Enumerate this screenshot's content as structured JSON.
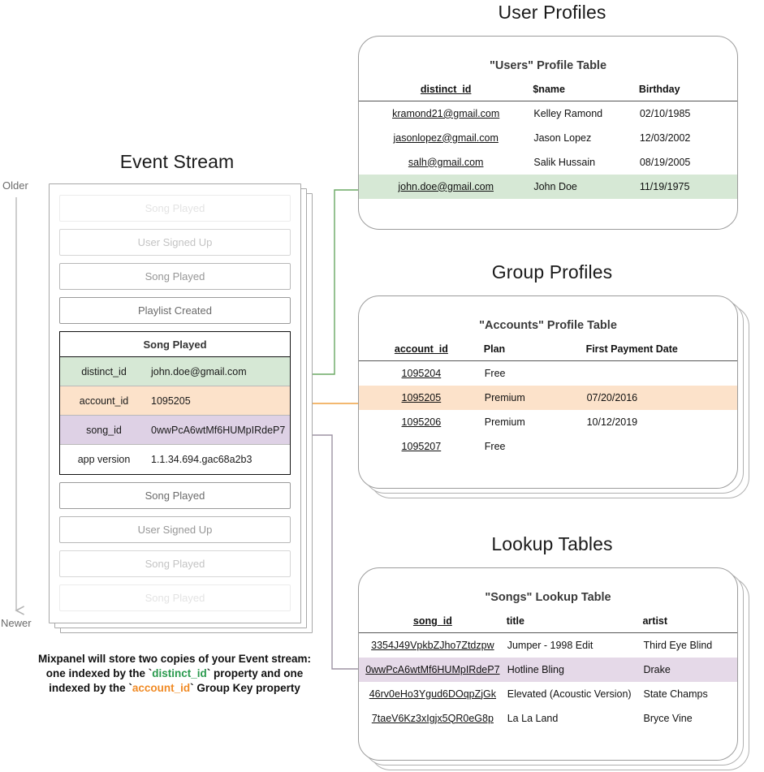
{
  "sections": {
    "user_profiles_title": "User Profiles",
    "group_profiles_title": "Group Profiles",
    "lookup_tables_title": "Lookup Tables",
    "event_stream_title": "Event Stream"
  },
  "timeline": {
    "older_label": "Older",
    "newer_label": "Newer"
  },
  "event_stream": {
    "events_before": [
      {
        "label": "Song Played",
        "fade": "f1"
      },
      {
        "label": "User Signed Up",
        "fade": "f2"
      },
      {
        "label": "Song Played",
        "fade": "f3"
      },
      {
        "label": "Playlist Created",
        "fade": "f4"
      }
    ],
    "focused_event": {
      "name": "Song Played",
      "properties": [
        {
          "key": "distinct_id",
          "value": "john.doe@gmail.com",
          "highlight": "green"
        },
        {
          "key": "account_id",
          "value": "1095205",
          "highlight": "orange"
        },
        {
          "key": "song_id",
          "value": "0wwPcA6wtMf6HUMpIRdeP7",
          "highlight": "purple"
        },
        {
          "key": "app version",
          "value": "1.1.34.694.gac68a2b3",
          "highlight": "plain"
        }
      ]
    },
    "events_after": [
      {
        "label": "Song Played",
        "fade": "f4"
      },
      {
        "label": "User Signed Up",
        "fade": "f3"
      },
      {
        "label": "Song Played",
        "fade": "f2"
      },
      {
        "label": "Song Played",
        "fade": "f1"
      }
    ]
  },
  "caption": {
    "line1_a": "Mixpanel will store two copies of your Event stream:",
    "line2_a": "one indexed by the `",
    "line2_key": "distinct_id",
    "line2_b": "` property and one",
    "line3_a": "indexed by the `",
    "line3_key": "account_id",
    "line3_b": "` Group Key property"
  },
  "users_table": {
    "title": "\"Users\" Profile Table",
    "columns": [
      "distinct_id",
      "$name",
      "Birthday"
    ],
    "rows": [
      {
        "cells": [
          "kramond21@gmail.com",
          "Kelley Ramond",
          "02/10/1985"
        ],
        "highlight": ""
      },
      {
        "cells": [
          "jasonlopez@gmail.com",
          "Jason Lopez",
          "12/03/2002"
        ],
        "highlight": ""
      },
      {
        "cells": [
          "salh@gmail.com",
          "Salik Hussain",
          "08/19/2005"
        ],
        "highlight": ""
      },
      {
        "cells": [
          "john.doe@gmail.com",
          "John Doe",
          "11/19/1975"
        ],
        "highlight": "hl-green"
      }
    ]
  },
  "accounts_table": {
    "title": "\"Accounts\" Profile Table",
    "columns": [
      "account_id",
      "Plan",
      "First Payment Date"
    ],
    "rows": [
      {
        "cells": [
          "1095204",
          "Free",
          ""
        ],
        "highlight": ""
      },
      {
        "cells": [
          "1095205",
          "Premium",
          "07/20/2016"
        ],
        "highlight": "hl-orange"
      },
      {
        "cells": [
          "1095206",
          "Premium",
          "10/12/2019"
        ],
        "highlight": ""
      },
      {
        "cells": [
          "1095207",
          "Free",
          ""
        ],
        "highlight": ""
      }
    ]
  },
  "songs_table": {
    "title": "\"Songs\" Lookup Table",
    "columns": [
      "song_id",
      "title",
      "artist"
    ],
    "rows": [
      {
        "cells": [
          "3354J49VpkbZJho7Ztdzpw",
          "Jumper - 1998 Edit",
          "Third Eye Blind"
        ],
        "highlight": ""
      },
      {
        "cells": [
          "0wwPcA6wtMf6HUMpIRdeP7",
          "Hotline Bling",
          "Drake"
        ],
        "highlight": "hl-purple"
      },
      {
        "cells": [
          "46rv0eHo3Ygud6DOqpZjGk",
          "Elevated (Acoustic Version)",
          "State Champs"
        ],
        "highlight": ""
      },
      {
        "cells": [
          "7taeV6Kz3xIgjx5QR0eG8p",
          "La La Land",
          "Bryce Vine"
        ],
        "highlight": ""
      }
    ]
  },
  "colors": {
    "green": "#d6e8d5",
    "orange": "#fce2ca",
    "purple": "#e5d9e8",
    "green_arrow": "#6aa863",
    "orange_arrow": "#eea236",
    "purple_arrow": "#8c7f94",
    "timeline": "#b3b3b3"
  }
}
